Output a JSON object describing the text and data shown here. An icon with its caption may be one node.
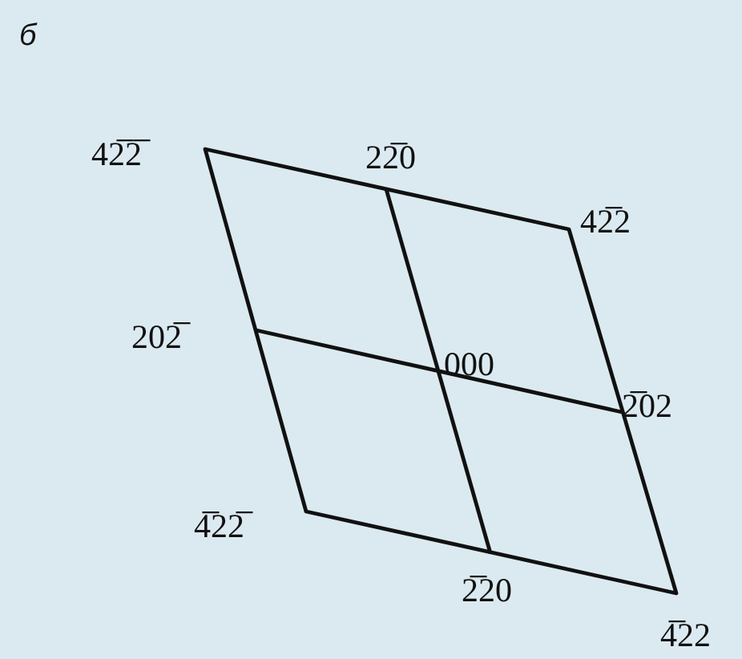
{
  "diagram": {
    "labels": [
      "б",
      "42̅2̅",
      "22̅0",
      "42̅2",
      "202̅",
      "000",
      "2̅02",
      "4̅22̅",
      "2̅20",
      "4̅22"
    ]
  }
}
